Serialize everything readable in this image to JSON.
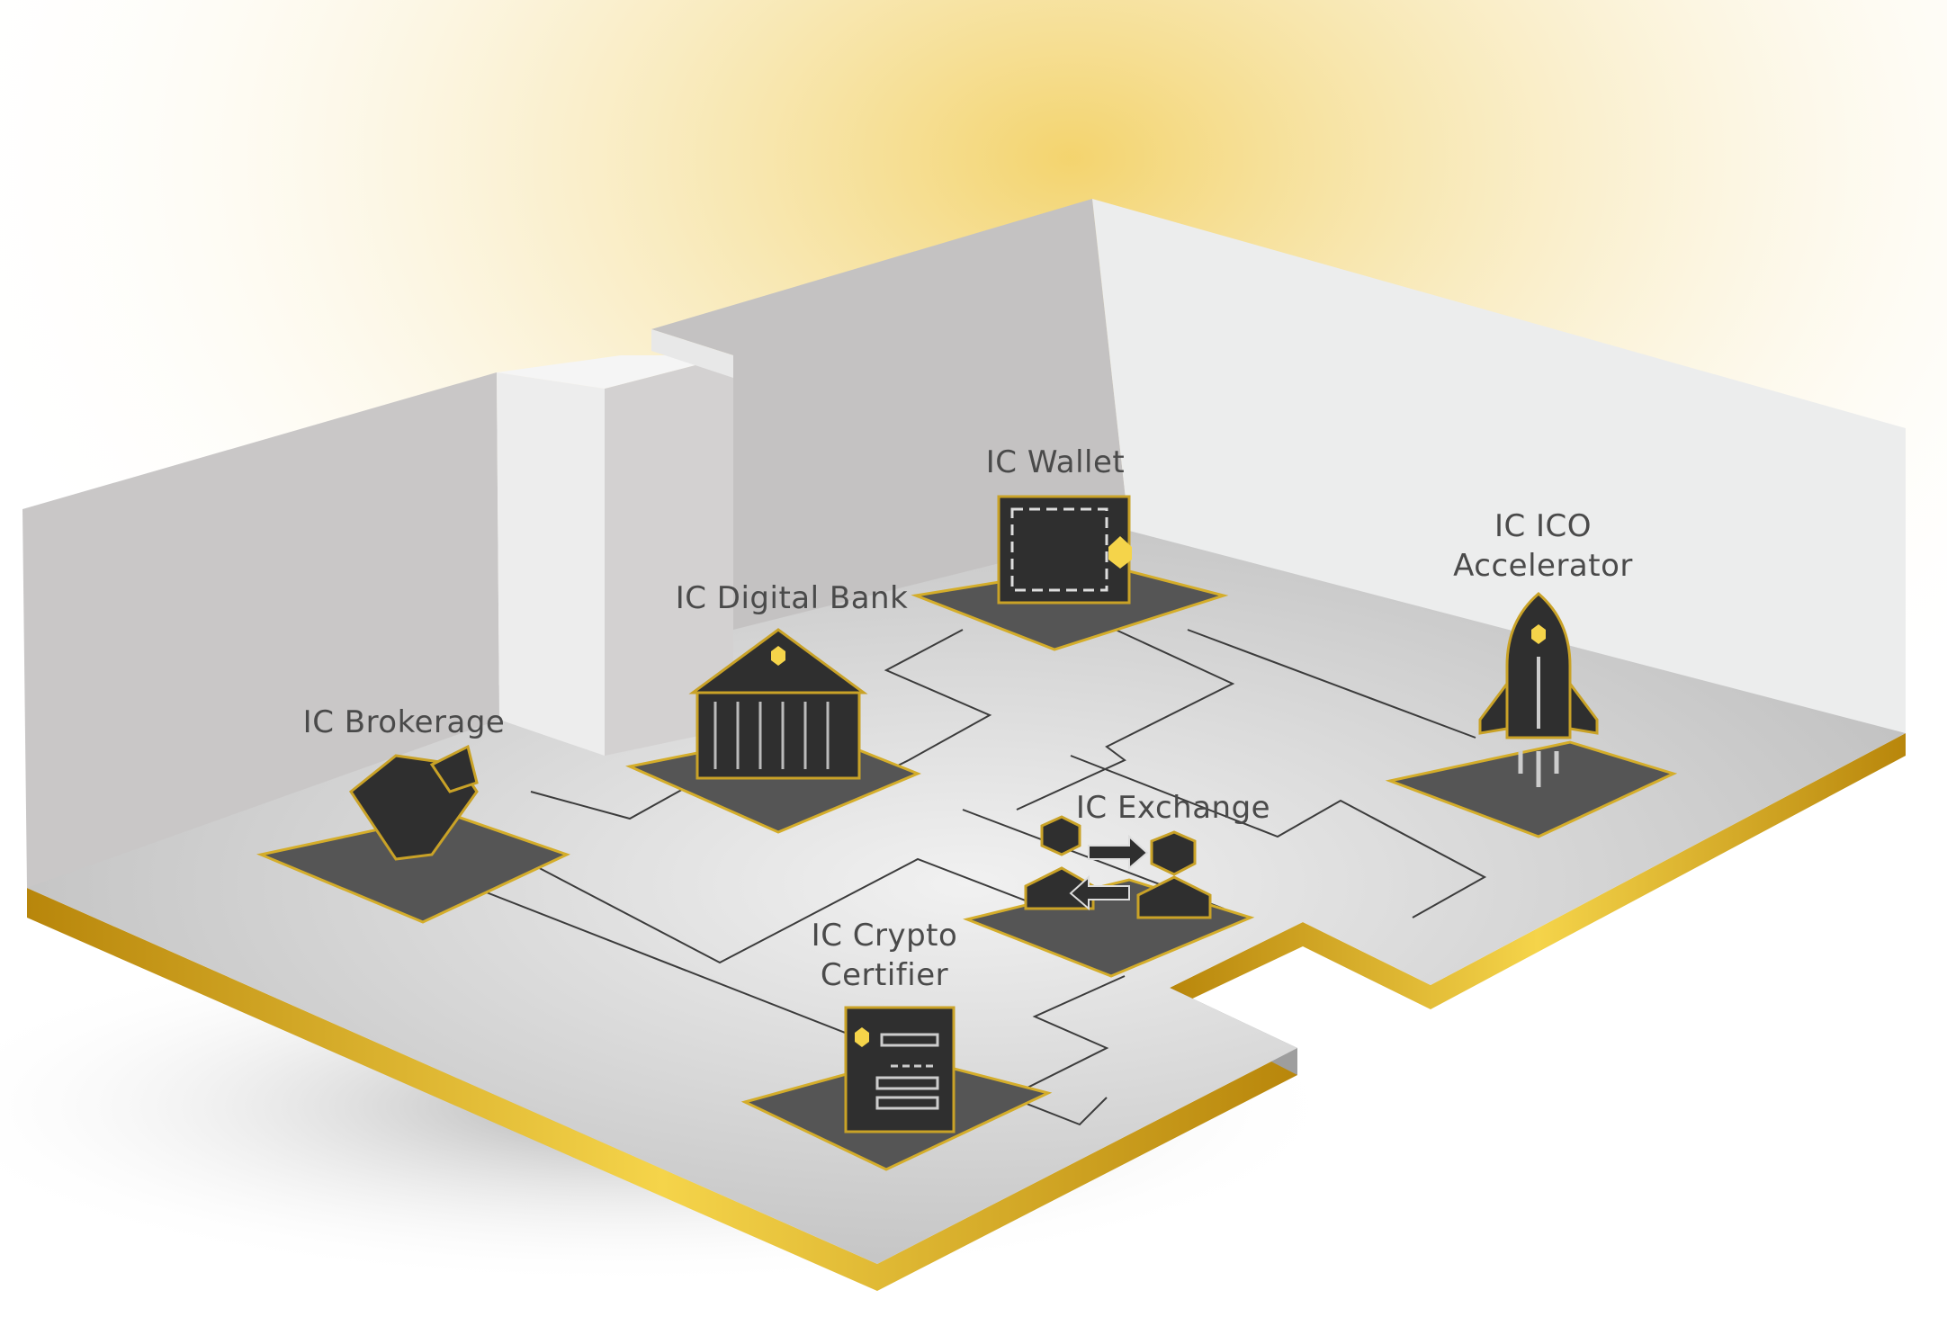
{
  "diagram": {
    "stations": [
      {
        "id": "wallet",
        "label_lines": [
          "IC Wallet"
        ],
        "icon": "wallet-icon"
      },
      {
        "id": "digital-bank",
        "label_lines": [
          "IC Digital Bank"
        ],
        "icon": "bank-icon"
      },
      {
        "id": "brokerage",
        "label_lines": [
          "IC Brokerage"
        ],
        "icon": "handshake-icon"
      },
      {
        "id": "ico-accelerator",
        "label_lines": [
          "IC ICO",
          "Accelerator"
        ],
        "icon": "rocket-icon"
      },
      {
        "id": "exchange",
        "label_lines": [
          "IC Exchange"
        ],
        "icon": "exchange-icon"
      },
      {
        "id": "crypto-certifier",
        "label_lines": [
          "IC Crypto",
          "Certifier"
        ],
        "icon": "certificate-icon"
      }
    ],
    "colors": {
      "gold": "#d4ad2a",
      "floor": "#cfcfcf",
      "wall": "#c8c6c6",
      "icon": "#2f2f2f",
      "glow": "#f3d77a"
    }
  }
}
